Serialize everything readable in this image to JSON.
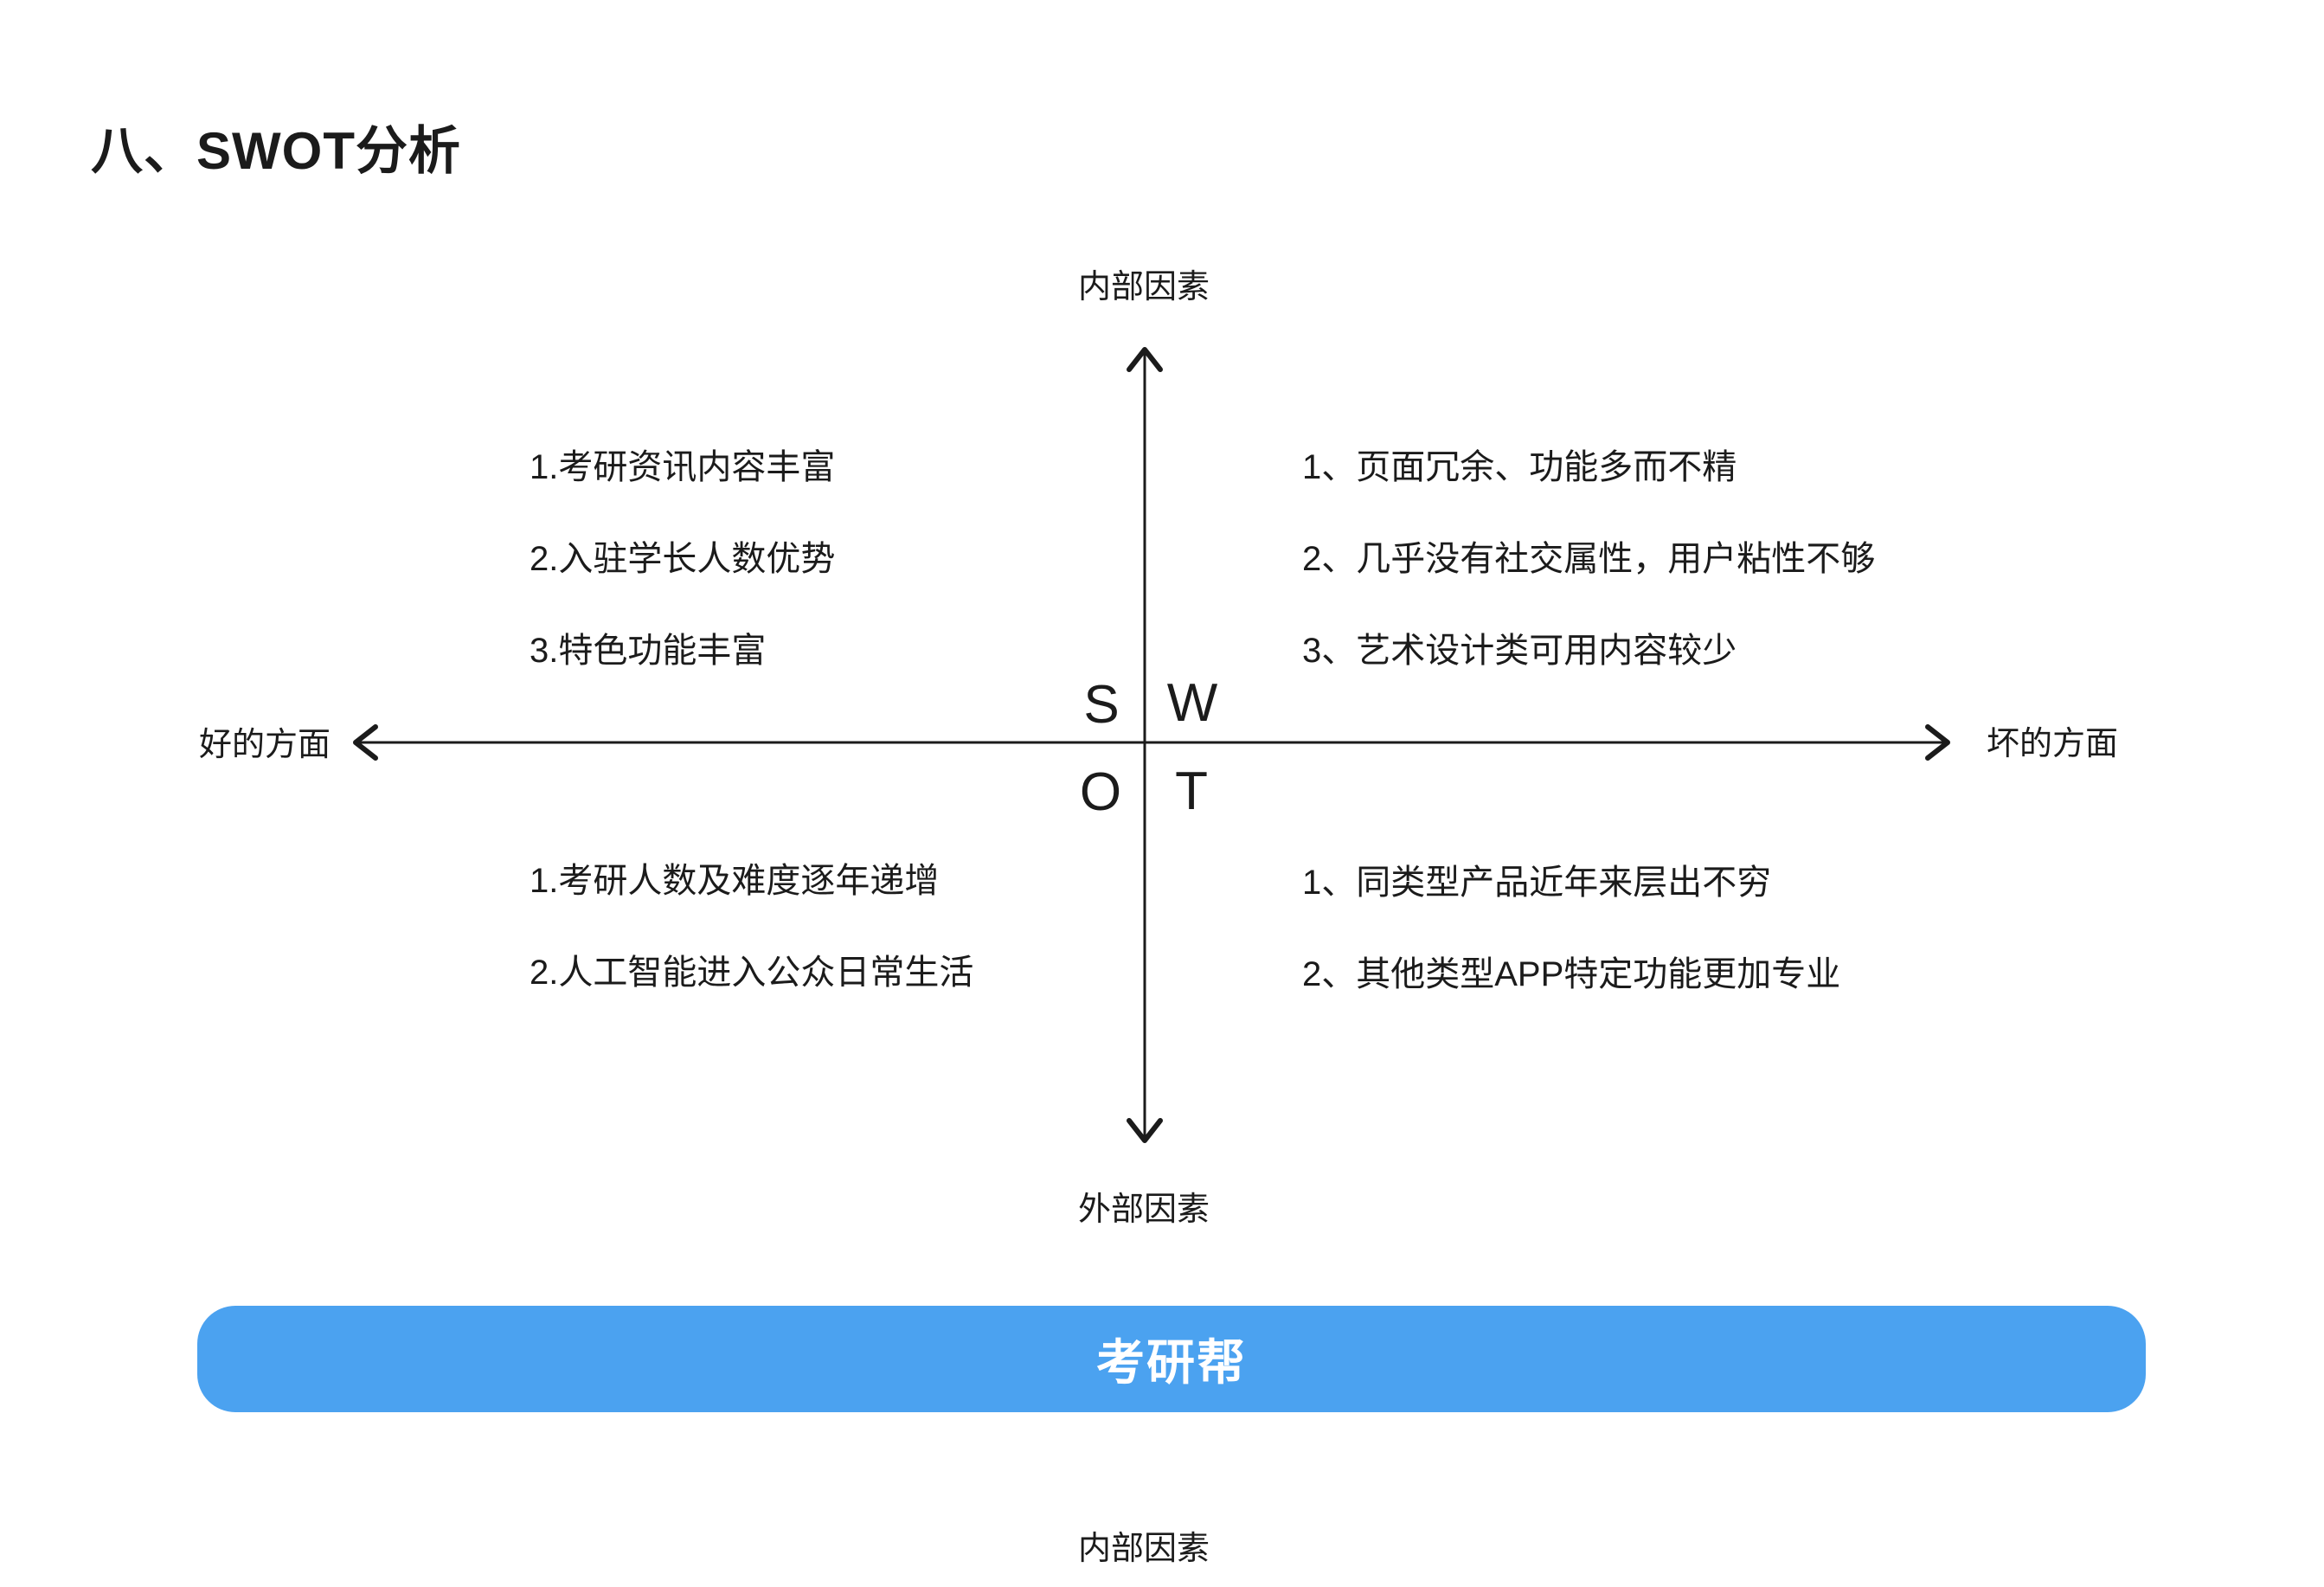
{
  "title": "八、SWOT分析",
  "diagram": {
    "axis": {
      "top_label": "内部因素",
      "bottom_label": "外部因素",
      "left_label": "好的方面",
      "right_label": "坏的方面"
    },
    "quadrants": {
      "strengths": {
        "letter": "S",
        "items": [
          "1.考研资讯内容丰富",
          "2.入驻学长人数优势",
          "3.特色功能丰富"
        ]
      },
      "weaknesses": {
        "letter": "W",
        "items": [
          "1、页面冗余、功能多而不精",
          "2、几乎没有社交属性，用户粘性不够",
          "3、艺术设计类可用内容较少"
        ]
      },
      "opportunities": {
        "letter": "O",
        "items": [
          "1.考研人数及难度逐年递增",
          "2.人工智能进入公众日常生活"
        ]
      },
      "threats": {
        "letter": "T",
        "items": [
          "1、同类型产品近年来层出不穷",
          "2、其他类型APP特定功能更加专业"
        ]
      }
    }
  },
  "banner": {
    "label": "考研帮",
    "background": "#4BA2F0",
    "text_color": "#ffffff"
  },
  "footer": {
    "bottom_partial_label": "内部因素"
  },
  "colors": {
    "text": "#1b1b1b",
    "page_background": "#ffffff",
    "axis_stroke": "#1b1b1b"
  }
}
